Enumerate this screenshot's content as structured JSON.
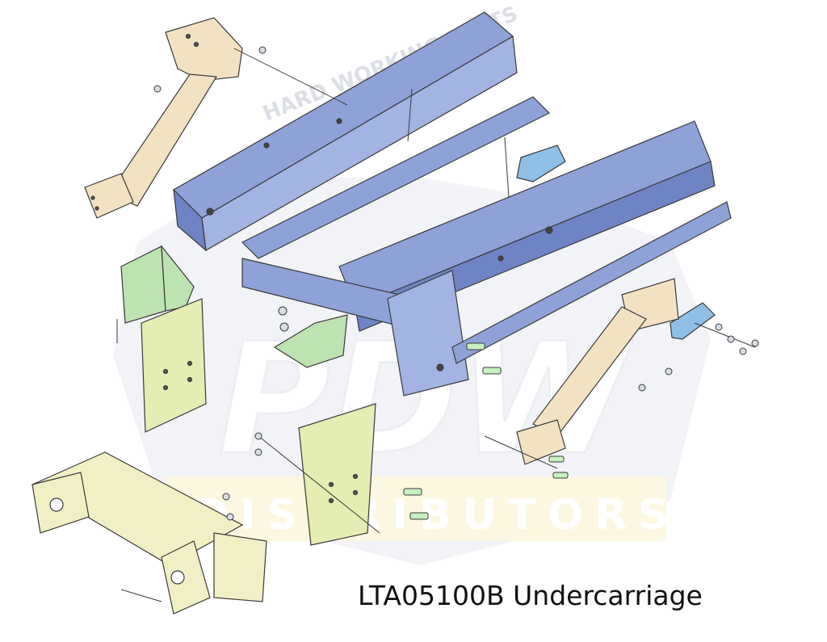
{
  "caption": "LTA05100B Undercarriage",
  "watermark": {
    "arc_text": "HARD WORKING PARTS",
    "logo_text": "PDW",
    "banner_text": "DISTRIBUTORS"
  },
  "colors": {
    "frame": "#8ea2d8",
    "frame_dark": "#6f84c4",
    "leg": "#f3e2c2",
    "green_bracket": "#bde3b0",
    "yellow_green": "#e5ecb4",
    "hitch": "#f1f0c4",
    "blue_plate": "#8fbfe6",
    "outline": "#3a3a3a"
  }
}
